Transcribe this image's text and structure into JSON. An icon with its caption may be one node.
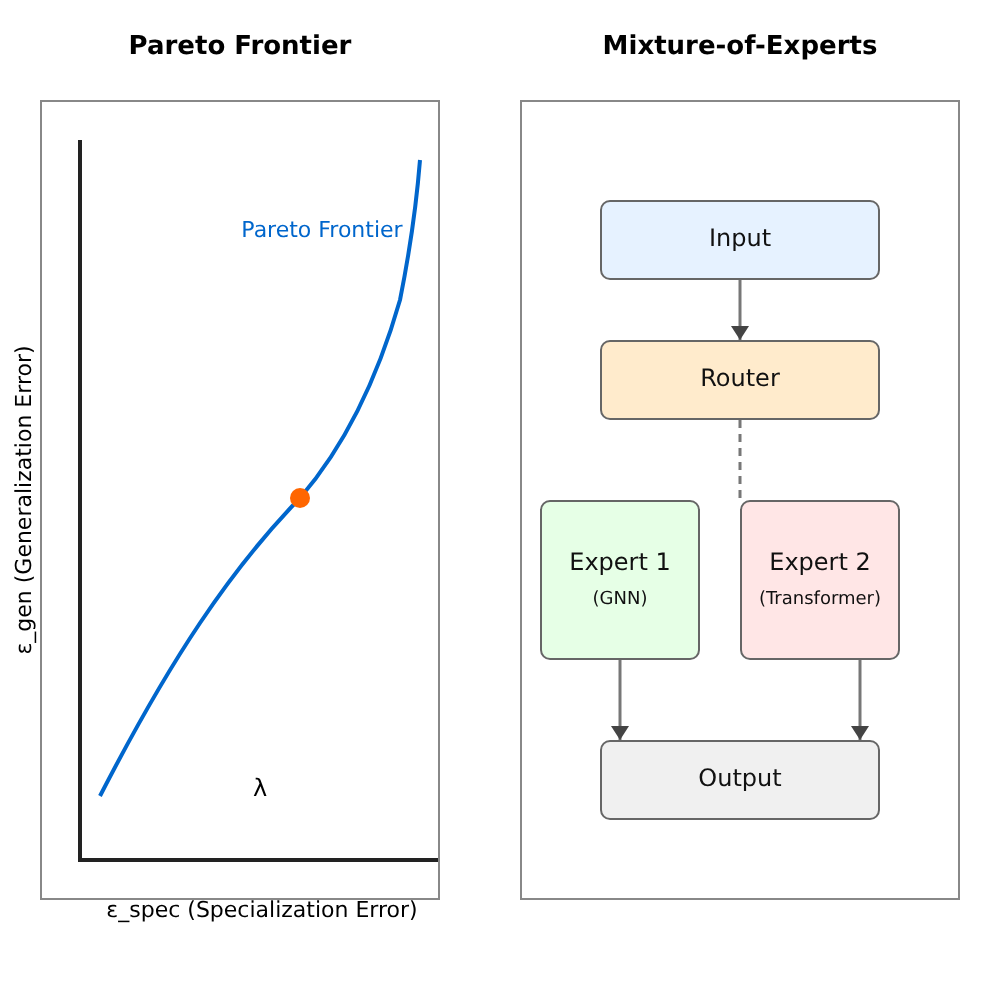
{
  "diagram": {
    "nodes": [
      {
        "text": [
          "Pareto Frontier"
        ]
      },
      {
        "text": [
          "Mixture-of-Experts"
        ]
      },
      {
        "text": [
          "Input"
        ],
        "in": 1
      },
      {
        "text": [
          "Router"
        ],
        "in": 1
      },
      {
        "text": [
          "Expert 1",
          "(GNN)"
        ],
        "in": 1
      },
      {
        "text": [
          "Expert 2",
          "(Transformer)"
        ],
        "in": 1
      },
      {
        "text": [
          "Output"
        ],
        "in": 1
      }
    ],
    "edges": [
      {
        "from": 2,
        "to": 3,
        "arrow": "to"
      },
      {
        "from": 3,
        "to": 5,
        "arrow": "none",
        "style": "dashed"
      },
      {
        "from": 4,
        "to": 6,
        "arrow": "to"
      },
      {
        "from": 5,
        "to": 6,
        "arrow": "to"
      }
    ],
    "labels": [
      "Pareto Frontier",
      "ε_gen (Generalization Error)",
      "λ",
      "ε_spec (Specialization Error)"
    ]
  }
}
